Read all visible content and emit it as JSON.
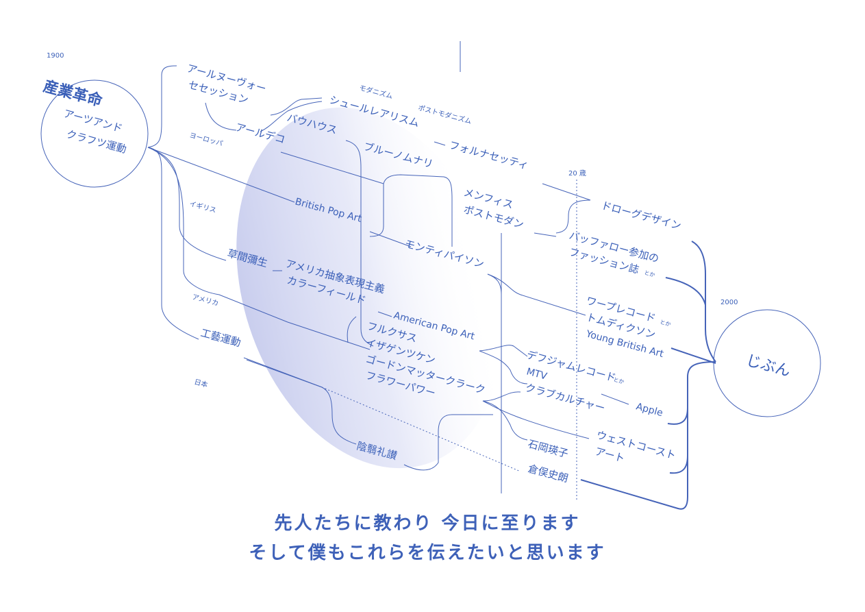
{
  "years": {
    "start": "1900",
    "end": "2000",
    "age": "20 歳"
  },
  "root": {
    "title": "産業革命",
    "line1": "アーツアンド",
    "line2": "クラフツ運動"
  },
  "goal": {
    "title": "じぶん"
  },
  "regions": {
    "europe": "ヨーロッパ",
    "uk": "イギリス",
    "us": "アメリカ",
    "japan": "日本"
  },
  "eras": {
    "modernism": "モダニズム",
    "postmodernism": "ポストモダニズム"
  },
  "nodes": {
    "art_nouveau": "アールヌーヴォー",
    "secession": "セセッション",
    "surrealism": "シュールレアリスム",
    "bauhaus": "バウハウス",
    "art_deco": "アールデコ",
    "fornasetti": "フォルナセッティ",
    "bruno_munari": "ブルーノムナリ",
    "memphis": "メンフィス",
    "postmodern": "ポストモダン",
    "droog": "ドローグデザイン",
    "british_pop": "British Pop Art",
    "monty_python": "モンティパイソン",
    "buffalo_1": "バッファロー参加の",
    "buffalo_2": "ファッション誌",
    "toka": "とか",
    "kusama": "草間彌生",
    "abstract_1": "アメリカ抽象表現主義",
    "abstract_2": "カラーフィールド",
    "american_pop": "American Pop Art",
    "warp": "ワープレコード",
    "tom_dixon": "トムディクソン",
    "yba": "Young British Art",
    "fluxus": "フルクサス",
    "isozaki": "イザゲンツケン",
    "gordon": "ゴードンマッタークラーク",
    "flower": "フラワーパワー",
    "def_jam": "デフジャムレコード",
    "mtv": "MTV",
    "club": "クラブカルチャー",
    "apple": "Apple",
    "kogei": "工藝運動",
    "west_coast_1": "ウェストコースト",
    "west_coast_2": "アート",
    "ishioka": "石岡瑛子",
    "kuramata": "倉俣史朗",
    "inei": "陰翳礼讃"
  },
  "caption": {
    "line1": "先人たちに教わり 今日に至ります",
    "line2": "そして僕もこれらを伝えたいと思います"
  },
  "colors": {
    "ink": "#3a5fb8",
    "halo": "#c9cdee"
  }
}
